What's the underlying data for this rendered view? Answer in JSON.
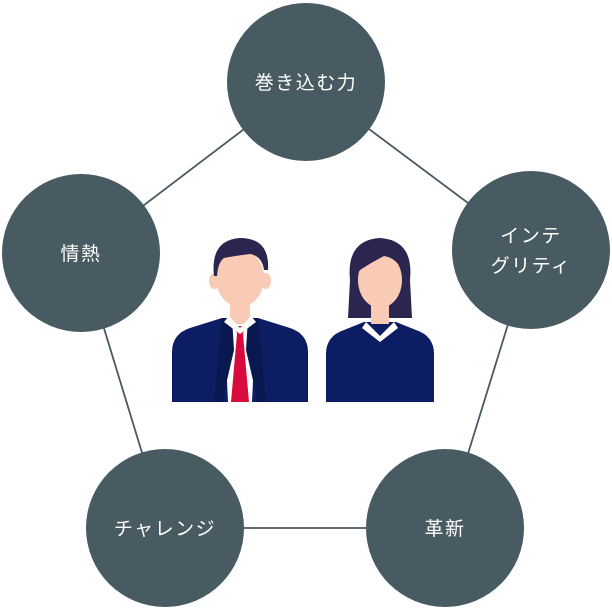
{
  "diagram": {
    "nodes": [
      {
        "id": "makikomu",
        "lines": [
          "巻き込む力"
        ]
      },
      {
        "id": "integrity",
        "lines": [
          "インテ",
          "グリティ"
        ]
      },
      {
        "id": "kakushin",
        "lines": [
          "革新"
        ]
      },
      {
        "id": "challenge",
        "lines": [
          "チャレンジ"
        ]
      },
      {
        "id": "jonetsu",
        "lines": [
          "情熱"
        ]
      }
    ],
    "colors": {
      "node_fill": "#485a62",
      "edge_stroke": "#485a62",
      "label_text": "#ffffff",
      "suit": "#0d1d63",
      "tie": "#d80b3f",
      "skin": "#f9cbb4",
      "hair": "#2b2650",
      "shirt": "#ffffff"
    },
    "center_image": {
      "icon": "business-people-icon"
    }
  }
}
